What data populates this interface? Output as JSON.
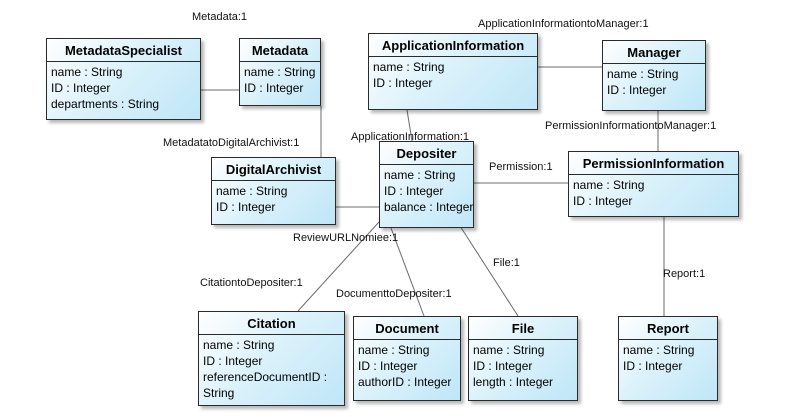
{
  "classes": {
    "metadata_specialist": {
      "name": "MetadataSpecialist",
      "attributes": [
        "name : String",
        "ID : Integer",
        "departments : String"
      ]
    },
    "metadata": {
      "name": "Metadata",
      "attributes": [
        "name : String",
        "ID : Integer"
      ]
    },
    "application_information": {
      "name": "ApplicationInformation",
      "attributes": [
        "name : String",
        "ID : Integer"
      ]
    },
    "manager": {
      "name": "Manager",
      "attributes": [
        "name : String",
        "ID : Integer"
      ]
    },
    "digital_archivist": {
      "name": "DigitalArchivist",
      "attributes": [
        "name : String",
        "ID : Integer"
      ]
    },
    "depositer": {
      "name": "Depositer",
      "attributes": [
        "name : String",
        "ID : Integer",
        "balance : Integer"
      ]
    },
    "permission_information": {
      "name": "PermissionInformation",
      "attributes": [
        "name : String",
        "ID : Integer"
      ]
    },
    "citation": {
      "name": "Citation",
      "attributes": [
        "name : String",
        "ID : Integer",
        "referenceDocumentID :",
        "String"
      ]
    },
    "document": {
      "name": "Document",
      "attributes": [
        "name : String",
        "ID : Integer",
        "authorID : Integer"
      ]
    },
    "file": {
      "name": "File",
      "attributes": [
        "name : String",
        "ID : Integer",
        "length : Integer"
      ]
    },
    "report": {
      "name": "Report",
      "attributes": [
        "name : String",
        "ID : Integer"
      ]
    }
  },
  "associations": {
    "metadata": "Metadata:1",
    "application_information_to_manager": "ApplicationInformationtoManager:1",
    "permission_information_to_manager": "PermissionInformationtoManager:1",
    "metadata_to_digital_archivist": "MetadatatoDigitalArchivist:1",
    "application_information": "ApplicationInformation:1",
    "permission": "Permission:1",
    "review_url_nomiee": "ReviewURLNomiee:1",
    "file": "File:1",
    "report": "Report:1",
    "citation_to_depositer": "CitationtoDepositer:1",
    "document_to_depositer": "DocumenttoDepositer:1"
  }
}
